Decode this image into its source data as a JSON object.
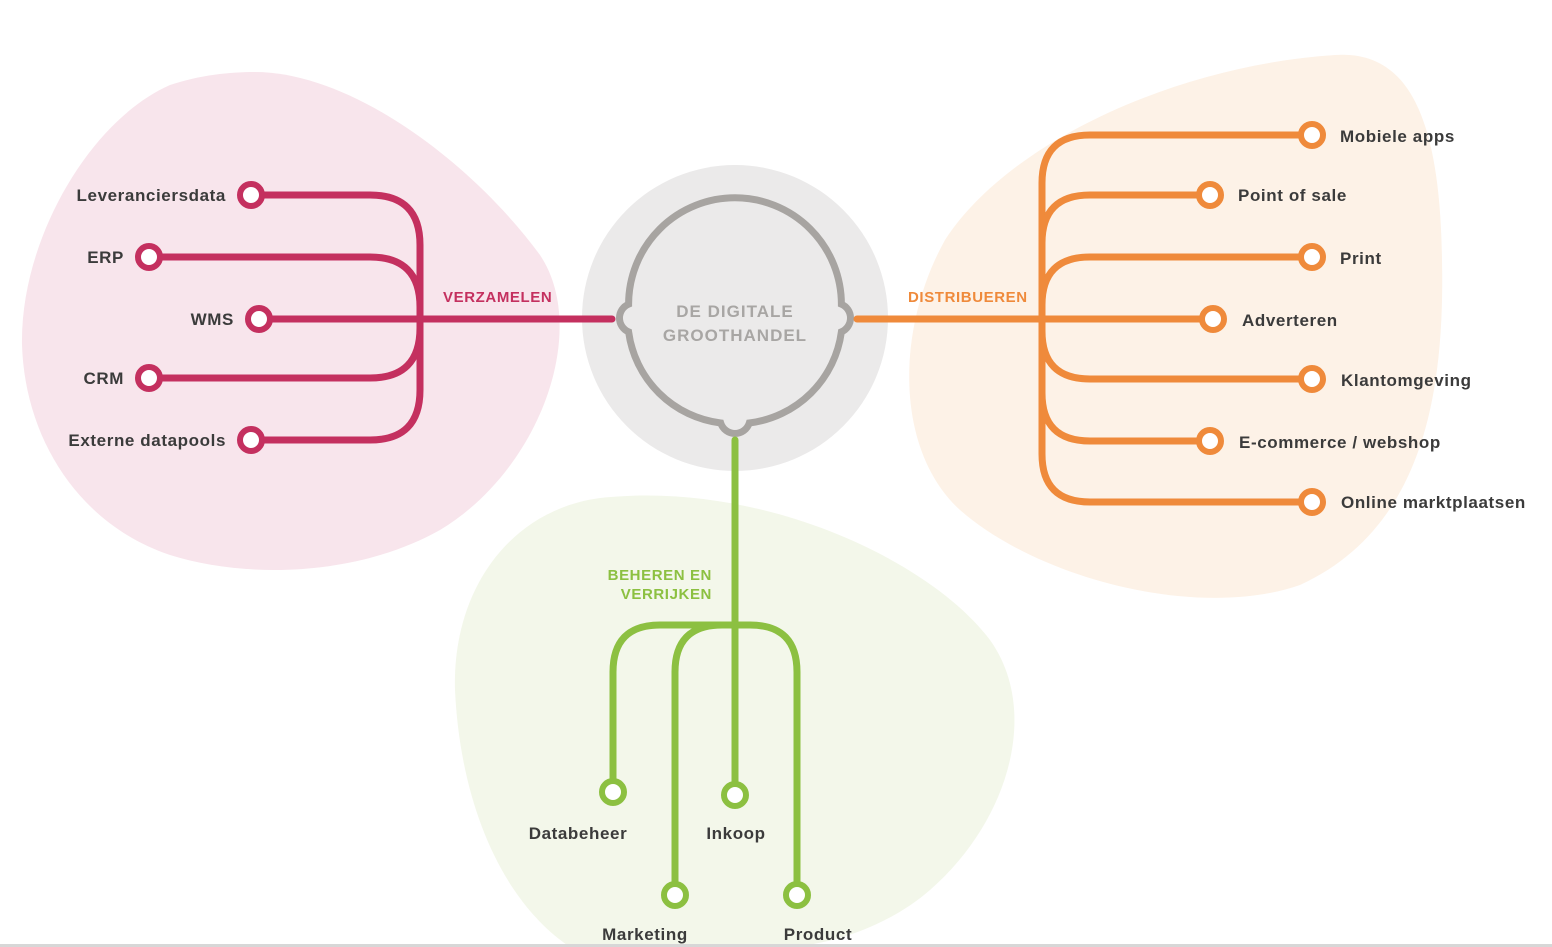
{
  "colors": {
    "collect": "#c4305f",
    "collect_blob": "#f8e5ec",
    "distribute": "#ef8a3b",
    "distribute_blob": "#fdf2e7",
    "manage": "#8cc041",
    "manage_blob": "#f3f7ea",
    "hub": "#a7a4a1",
    "hub_fill": "#ebeaea",
    "label": "#3b3b3b"
  },
  "hub": {
    "line1": "DE DIGITALE",
    "line2": "GROOTHANDEL"
  },
  "collect": {
    "section_label": "VERZAMELEN",
    "items": [
      "Leveranciersdata",
      "ERP",
      "WMS",
      "CRM",
      "Externe datapools"
    ]
  },
  "distribute": {
    "section_label": "DISTRIBUEREN",
    "items": [
      "Mobiele apps",
      "Point of sale",
      "Print",
      "Adverteren",
      "Klantomgeving",
      "E-commerce / webshop",
      "Online marktplaatsen"
    ]
  },
  "manage": {
    "section_label_line1": "BEHEREN EN",
    "section_label_line2": "VERRIJKEN",
    "items": [
      "Databeheer",
      "Inkoop",
      "Marketing",
      "Product"
    ]
  }
}
